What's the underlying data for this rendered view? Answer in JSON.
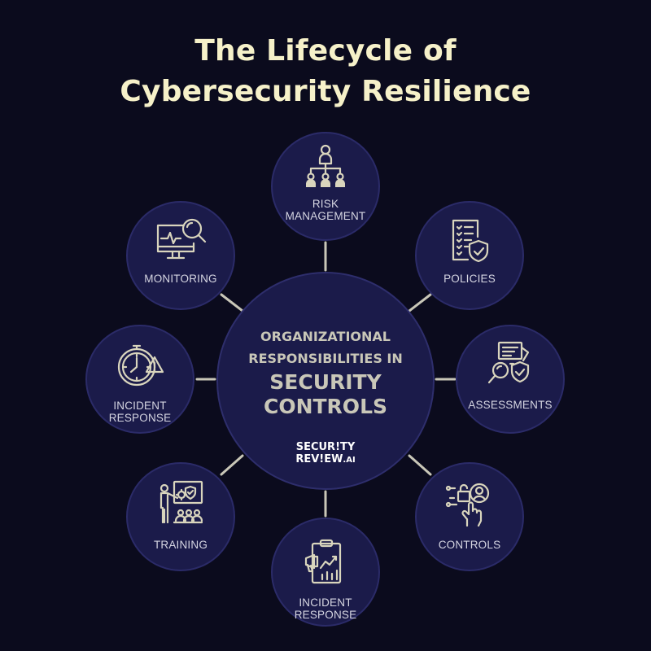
{
  "title": {
    "line1": "The Lifecycle of",
    "line2": "Cybersecurity Resilience"
  },
  "center": {
    "line1": "ORGANIZATIONAL",
    "line2": "RESPONSIBILITIES IN",
    "line3": "SECURITY",
    "line4": "CONTROLS"
  },
  "logo": {
    "line1": "SECUR!TY",
    "line2_main": "REV!EW",
    "line2_suffix": ".AI"
  },
  "nodes": [
    {
      "label_line1": "RISK",
      "label_line2": "MANAGEMENT",
      "icon": "org-chart-icon"
    },
    {
      "label_line1": "POLICIES",
      "label_line2": "",
      "icon": "policy-checklist-icon"
    },
    {
      "label_line1": "ASSESSMENTS",
      "label_line2": "",
      "icon": "assessment-icon"
    },
    {
      "label_line1": "CONTROLS",
      "label_line2": "",
      "icon": "access-control-icon"
    },
    {
      "label_line1": "INCIDENT",
      "label_line2": "RESPONSE",
      "icon": "report-chart-icon"
    },
    {
      "label_line1": "TRAINING",
      "label_line2": "",
      "icon": "training-icon"
    },
    {
      "label_line1": "INCIDENT",
      "label_line2": "RESPONSE",
      "icon": "clock-alert-icon"
    },
    {
      "label_line1": "MONITORING",
      "label_line2": "",
      "icon": "monitor-search-icon"
    }
  ],
  "colors": {
    "background": "#0b0b1d",
    "circle_fill": "#1b1b4a",
    "title": "#f6f1c9",
    "connector": "#c9c7b8",
    "icon_stroke": "#d9d5bd"
  }
}
